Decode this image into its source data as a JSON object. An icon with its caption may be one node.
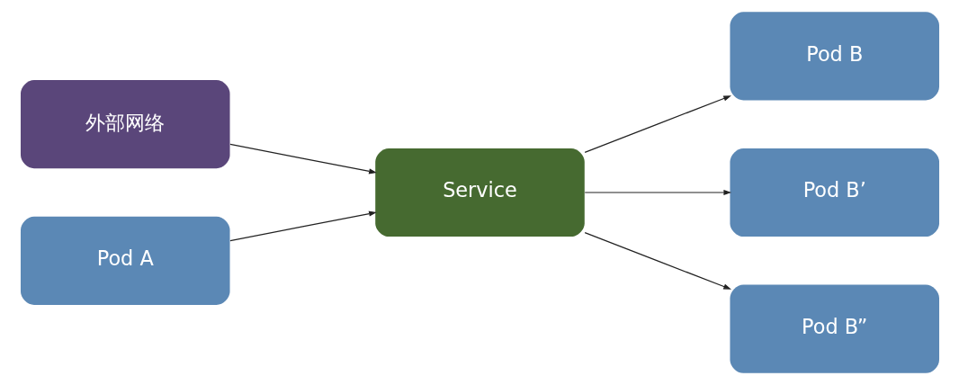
{
  "diagram": {
    "nodes": [
      {
        "text": [
          "外部网络"
        ]
      },
      {
        "text": [
          "Pod A"
        ]
      },
      {
        "text": [
          "Service"
        ]
      },
      {
        "text": [
          "Pod B"
        ]
      },
      {
        "text": [
          "Pod B’"
        ]
      },
      {
        "text": [
          "Pod B”"
        ]
      }
    ],
    "edges": [
      {
        "from": 0,
        "to": 2,
        "arrow": "to"
      },
      {
        "from": 1,
        "to": 2,
        "arrow": "to"
      },
      {
        "from": 2,
        "to": 3,
        "arrow": "to"
      },
      {
        "from": 2,
        "to": 4,
        "arrow": "to"
      },
      {
        "from": 2,
        "to": 5,
        "arrow": "to"
      }
    ]
  }
}
